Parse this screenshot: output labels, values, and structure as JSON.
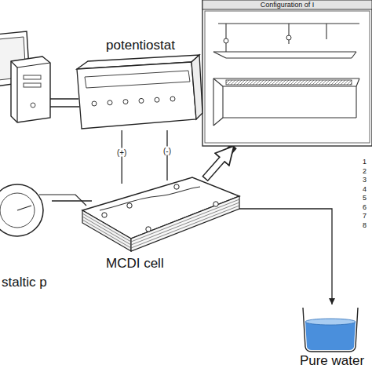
{
  "diagram": {
    "nodes": [
      {
        "text": [
          "Configuration of I"
        ]
      },
      {
        "text": [
          "potentiostat"
        ]
      },
      {
        "text": [
          "MCDI cell"
        ]
      },
      {
        "text": [
          "staltic p"
        ]
      },
      {
        "text": [
          "Pure water"
        ]
      }
    ],
    "edges": [
      {
        "from": 1,
        "to": 2,
        "label": "(+)",
        "arrow": "none"
      },
      {
        "from": 1,
        "to": 2,
        "label": "(-)",
        "arrow": "none"
      },
      {
        "from": 3,
        "to": 2,
        "arrow": "none"
      },
      {
        "from": 2,
        "to": 4,
        "arrow": "to"
      },
      {
        "from": 2,
        "to": 0,
        "arrow": "to"
      }
    ],
    "labels": [
      "1",
      "2",
      "3",
      "4",
      "5",
      "6",
      "7",
      "8"
    ]
  }
}
